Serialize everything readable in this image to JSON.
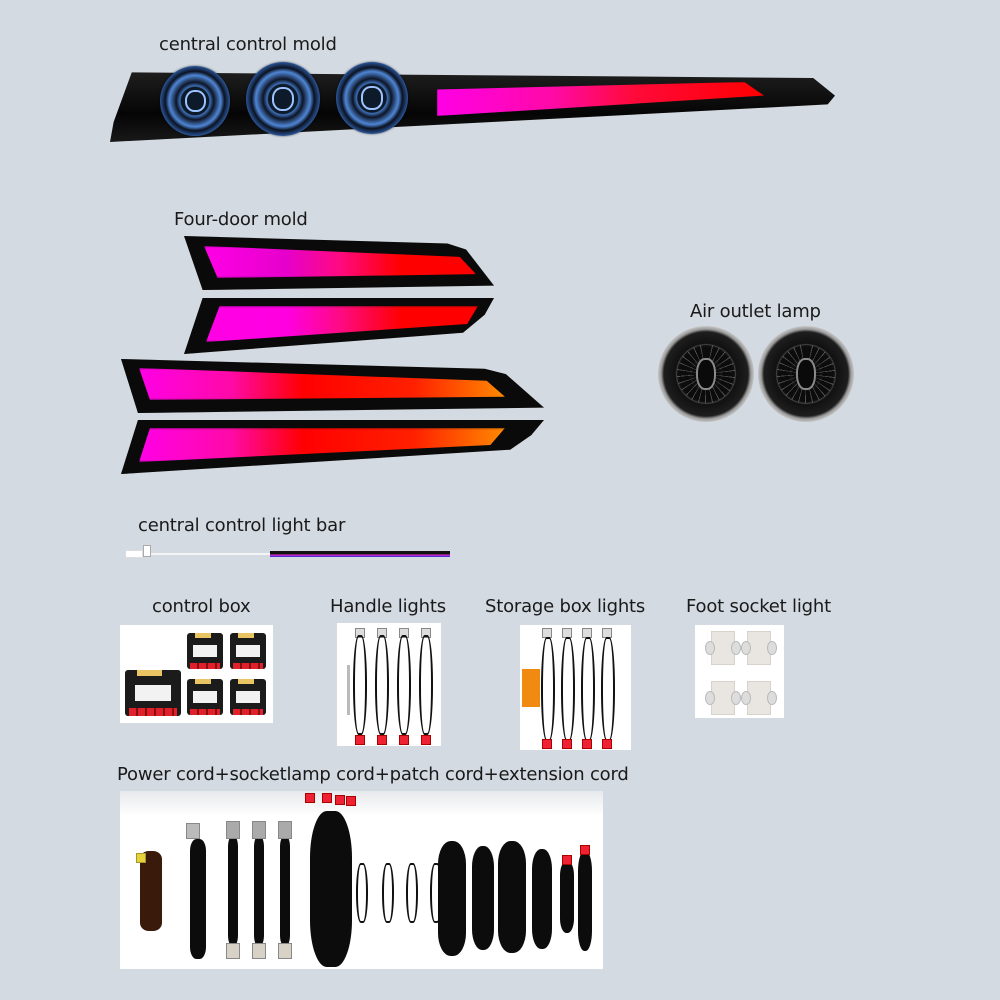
{
  "background_color": "#d3dae1",
  "sections": {
    "central_control_mold": {
      "label": "central control mold",
      "vent_count": 3,
      "strip_colors": [
        "#ff00e6",
        "#ff0000"
      ]
    },
    "four_door_mold": {
      "label": "Four-door mold",
      "piece_count": 4,
      "gradient_colors": [
        "#ff00e6",
        "#ff0000",
        "#ff8a00"
      ]
    },
    "air_outlet_lamp": {
      "label": "Air outlet lamp",
      "count": 2
    },
    "central_control_light_bar": {
      "label": "central control light bar"
    },
    "control_box": {
      "label": "control box",
      "unit_count": 5
    },
    "handle_lights": {
      "label": "Handle lights",
      "count": 4
    },
    "storage_box_lights": {
      "label": "Storage box lights",
      "count": 4
    },
    "foot_socket_light": {
      "label": "Foot socket light",
      "count": 4
    },
    "cords": {
      "label": "Power cord+socketlamp cord+patch cord+extension cord"
    }
  }
}
